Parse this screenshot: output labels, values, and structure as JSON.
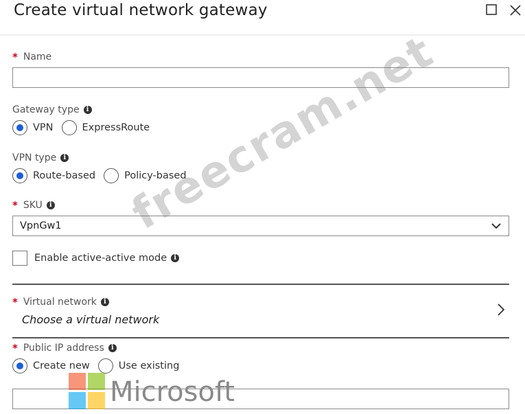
{
  "header": {
    "title": "Create virtual network gateway"
  },
  "name_field": {
    "label": "Name",
    "value": ""
  },
  "gateway_type": {
    "label": "Gateway type",
    "options": [
      "VPN",
      "ExpressRoute"
    ],
    "selected": "VPN"
  },
  "vpn_type": {
    "label": "VPN type",
    "options": [
      "Route-based",
      "Policy-based"
    ],
    "selected": "Route-based"
  },
  "sku": {
    "label": "SKU",
    "value": "VpnGw1"
  },
  "active_active": {
    "label": "Enable active-active mode",
    "checked": false
  },
  "virtual_network": {
    "label": "Virtual network",
    "value": "Choose a virtual network"
  },
  "public_ip": {
    "label": "Public IP address",
    "options": [
      "Create new",
      "Use existing"
    ],
    "selected": "Create new",
    "value": ""
  },
  "watermark": {
    "text": "freecram.net"
  },
  "brand": {
    "text": "Microsoft"
  },
  "colors": {
    "accent": "#1a5fd6",
    "required": "#d0021b"
  }
}
